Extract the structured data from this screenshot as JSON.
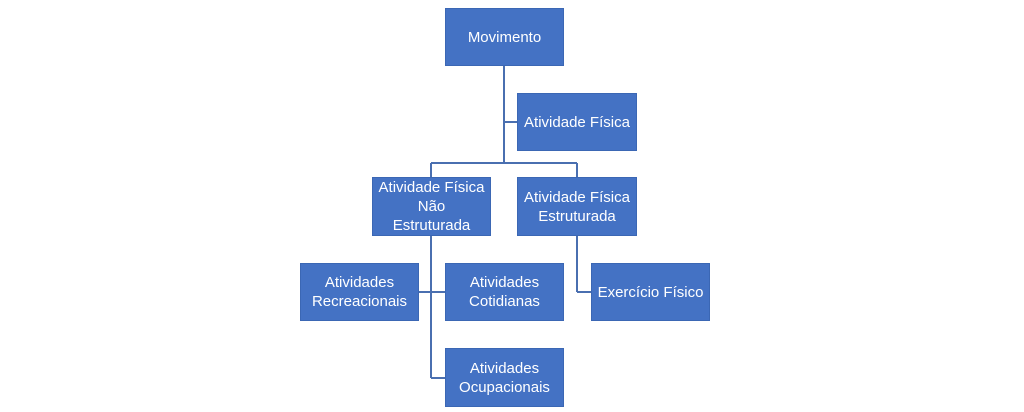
{
  "diagram": {
    "nodes": {
      "movimento": "Movimento",
      "atividade_fisica": "Atividade Física",
      "atividade_fisica_nao_estruturada": "Atividade Física\nNão Estruturada",
      "atividade_fisica_estruturada": "Atividade Física\nEstruturada",
      "atividades_recreacionais": "Atividades\nRecreacionais",
      "atividades_cotidianas": "Atividades\nCotidianas",
      "exercicio_fisico": "Exercício Físico",
      "atividades_ocupacionais": "Atividades\nOcupacionais"
    },
    "colors": {
      "node_fill": "#4472c4",
      "node_text": "#ffffff",
      "connector": "#4a6fb0"
    }
  }
}
